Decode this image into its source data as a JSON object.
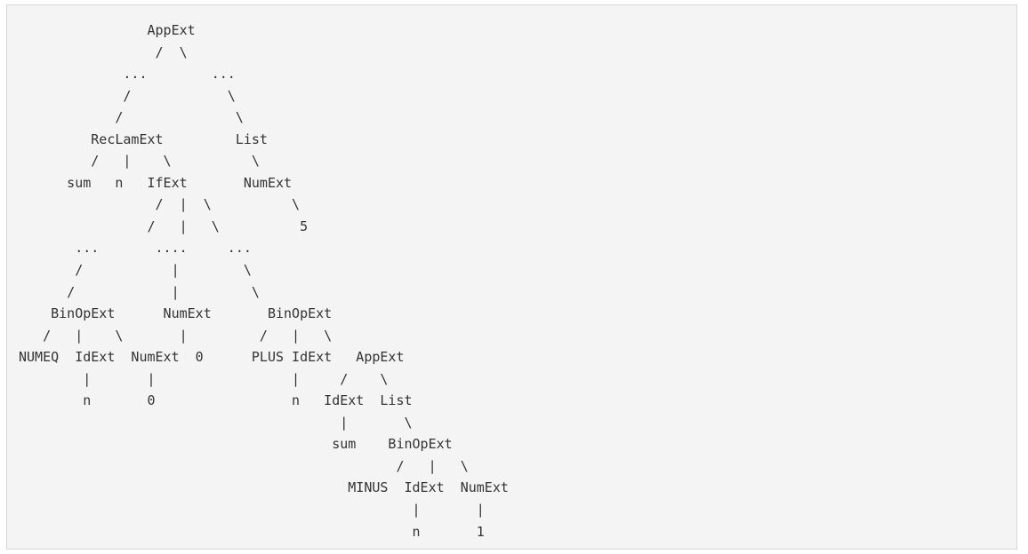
{
  "code_block": {
    "lines": [
      "                AppExt",
      "                 /  \\",
      "             ...        ...",
      "             /            \\",
      "            /              \\",
      "         RecLamExt         List",
      "         /   |    \\          \\",
      "      sum   n   IfExt       NumExt",
      "                 /  |  \\          \\",
      "                /   |   \\          5",
      "       ...       ....     ...",
      "       /           |        \\",
      "      /            |         \\",
      "    BinOpExt      NumExt       BinOpExt",
      "   /   |    \\       |         /   |   \\",
      "NUMEQ  IdExt  NumExt  0      PLUS IdExt   AppExt",
      "        |       |                 |     /    \\",
      "        n       0                 n   IdExt  List",
      "                                        |       \\",
      "                                       sum    BinOpExt",
      "                                               /   |   \\",
      "                                         MINUS  IdExt  NumExt",
      "                                                 |       |",
      "                                                 n       1"
    ]
  }
}
